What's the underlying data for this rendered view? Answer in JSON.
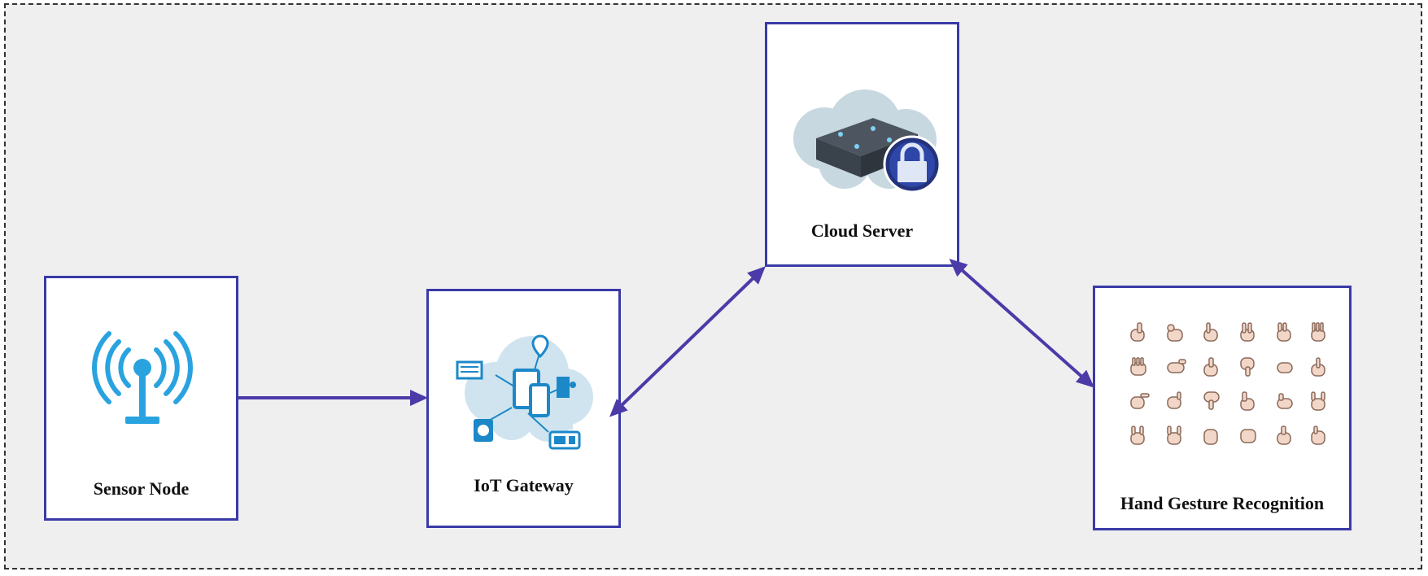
{
  "nodes": {
    "sensor": {
      "label": "Sensor Node",
      "icon": "antenna-icon"
    },
    "gateway": {
      "label": "IoT Gateway",
      "icon": "iot-cloud-devices-icon"
    },
    "cloud": {
      "label": "Cloud Server",
      "icon": "cloud-lock-icon"
    },
    "gesture": {
      "label": "Hand Gesture Recognition",
      "icon": "hand-gestures-icon"
    }
  },
  "colors": {
    "border": "#3a3aa8",
    "arrow": "#4b3aa8",
    "antenna": "#29a3e0",
    "iot_blue": "#1c88c8",
    "cloud_bg": "#cfe4ef",
    "background": "#efeff0"
  }
}
